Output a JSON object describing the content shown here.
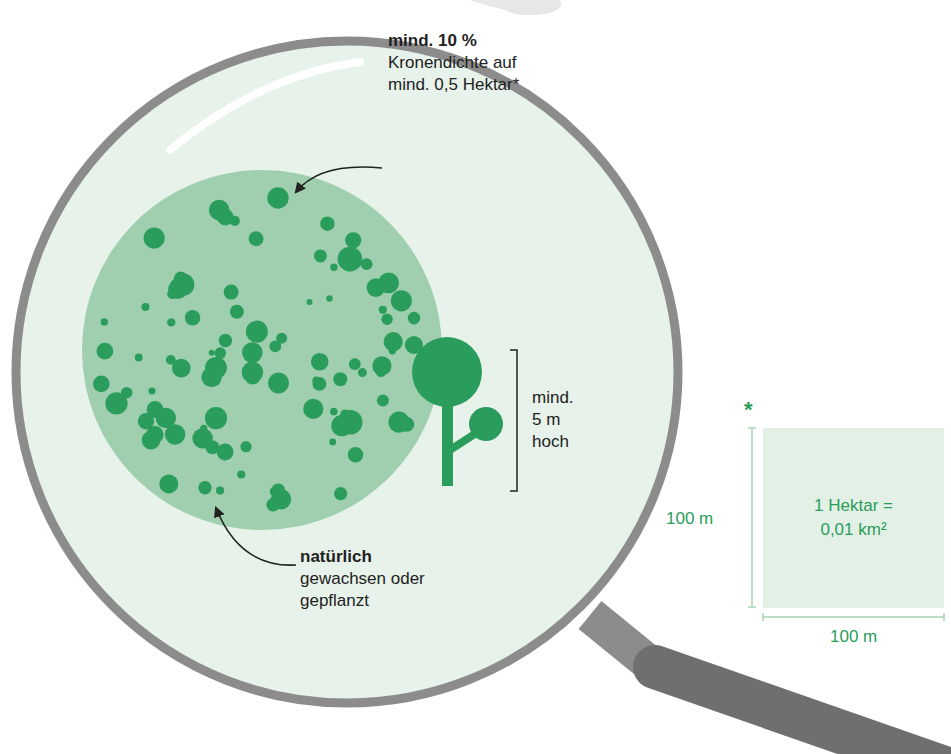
{
  "diagram": {
    "nodes": [
      {
        "text": [
          "1 Hektar = 0,01 km²"
        ]
      }
    ],
    "labels": [
      "mind. 10 %",
      "Kronendichte auf mind. 0,5 Hektar*",
      "natürlich",
      "gewachsen oder gepflanzt",
      "mind. 5 m hoch",
      "*",
      "100 m",
      "100 m"
    ]
  }
}
